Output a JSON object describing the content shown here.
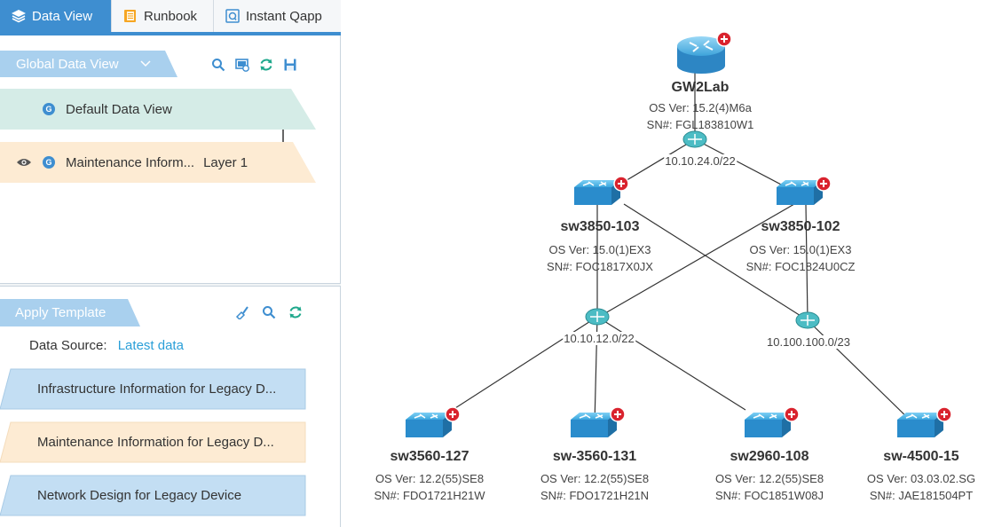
{
  "tabs": [
    {
      "label": "Data View",
      "icon": "layers-icon",
      "active": true
    },
    {
      "label": "Runbook",
      "icon": "runbook-icon",
      "active": false
    },
    {
      "label": "Instant Qapp",
      "icon": "qapp-icon",
      "active": false
    }
  ],
  "data_view": {
    "header": "Global Data View",
    "items": [
      {
        "label": "Default Data View",
        "badge": "G"
      },
      {
        "label": "Maintenance Inform...",
        "badge": "G",
        "layer": "Layer 1"
      }
    ]
  },
  "apply_template": {
    "header": "Apply Template",
    "source_label": "Data Source:",
    "source_value": "Latest data",
    "templates": [
      "Infrastructure Information for Legacy D...",
      "Maintenance Information for Legacy D...",
      "Network Design for Legacy Device"
    ]
  },
  "colors": {
    "accent": "#3e8ed0",
    "ribbon_blue": "#a9d0ee",
    "band_green": "#d5ece7",
    "band_peach": "#fdebd3",
    "tpl_blue": "#c3def3",
    "link": "#2a9fd8",
    "alert": "#d9232e"
  },
  "topology": {
    "devices": [
      {
        "id": "gw",
        "name": "GW2Lab",
        "os": "OS Ver: 15.2(4)M6a",
        "sn": "SN#: FGL183810W1",
        "type": "router"
      },
      {
        "id": "s103",
        "name": "sw3850-103",
        "os": "OS Ver: 15.0(1)EX3",
        "sn": "SN#: FOC1817X0JX",
        "type": "switch"
      },
      {
        "id": "s102",
        "name": "sw3850-102",
        "os": "OS Ver: 15.0(1)EX3",
        "sn": "SN#: FOC1824U0CZ",
        "type": "switch"
      },
      {
        "id": "s127",
        "name": "sw3560-127",
        "os": "OS Ver: 12.2(55)SE8",
        "sn": "SN#: FDO1721H21W",
        "type": "switch"
      },
      {
        "id": "s131",
        "name": "sw-3560-131",
        "os": "OS Ver: 12.2(55)SE8",
        "sn": "SN#: FDO1721H21N",
        "type": "switch"
      },
      {
        "id": "s108",
        "name": "sw2960-108",
        "os": "OS Ver: 12.2(55)SE8",
        "sn": "SN#: FOC1851W08J",
        "type": "switch"
      },
      {
        "id": "s15",
        "name": "sw-4500-15",
        "os": "OS Ver: 03.03.02.SG",
        "sn": "SN#: JAE181504PT",
        "type": "switch"
      }
    ],
    "subnets": [
      {
        "id": "n24",
        "label": "10.10.24.0/22"
      },
      {
        "id": "n12",
        "label": "10.10.12.0/22"
      },
      {
        "id": "n100",
        "label": "10.100.100.0/23"
      }
    ]
  }
}
